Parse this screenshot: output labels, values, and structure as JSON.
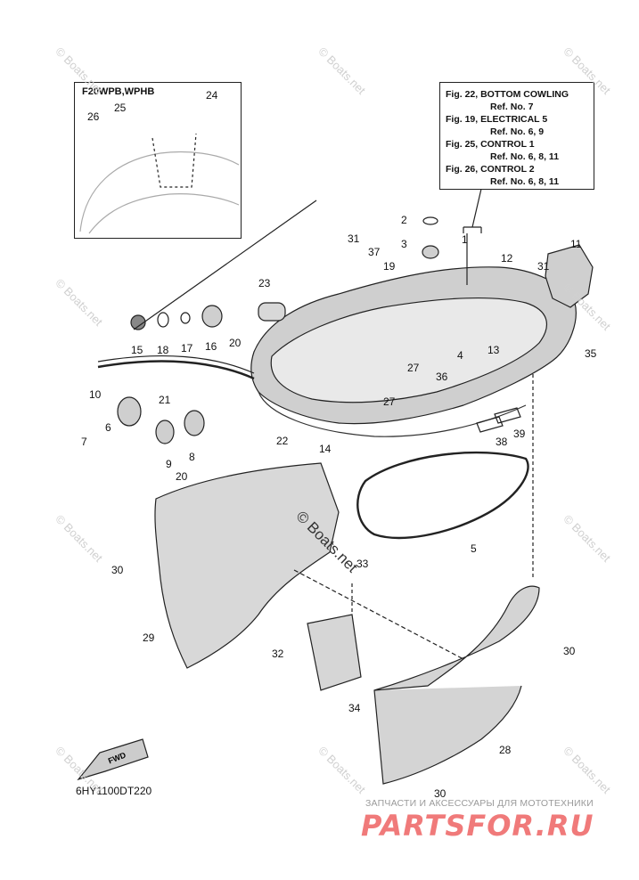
{
  "inset": {
    "title": "F20WPB,WPHB",
    "parts": [
      "24",
      "25",
      "26"
    ]
  },
  "references": [
    "Fig. 22, BOTTOM COWLING",
    "Ref. No. 7",
    "Fig. 19, ELECTRICAL 5",
    "Ref. No. 6, 9",
    "Fig. 25, CONTROL 1",
    "Ref. No. 6, 8, 11",
    "Fig. 26, CONTROL 2",
    "Ref. No. 6, 8, 11"
  ],
  "callouts": {
    "n1": "1",
    "n2": "2",
    "n3": "3",
    "n4": "4",
    "n5": "5",
    "n6": "6",
    "n7": "7",
    "n8": "8",
    "n9": "9",
    "n10": "10",
    "n11": "11",
    "n12": "12",
    "n13": "13",
    "n14": "14",
    "n15": "15",
    "n16": "16",
    "n17": "17",
    "n18": "18",
    "n19": "19",
    "n20a": "20",
    "n20b": "20",
    "n21": "21",
    "n22": "22",
    "n23": "23",
    "n24": "24",
    "n25": "25",
    "n26": "26",
    "n27a": "27",
    "n27b": "27",
    "n28": "28",
    "n29": "29",
    "n30a": "30",
    "n30b": "30",
    "n30c": "30",
    "n31a": "31",
    "n31b": "31",
    "n32": "32",
    "n33": "33",
    "n34": "34",
    "n35": "35",
    "n36": "36",
    "n37": "37",
    "n38": "38",
    "n39": "39"
  },
  "fwd_label": "FWD",
  "diagram_code": "6HY1100DT220",
  "watermark_center": "© Boats.net",
  "watermark_repeat": "© Boats.net",
  "brand": {
    "subtitle": "ЗАПЧАСТИ И АКСЕССУАРЫ ДЛЯ МОТОТЕХНИКИ",
    "logo": "PARTSFOR.RU",
    "logo_color": "#f07a7a"
  }
}
